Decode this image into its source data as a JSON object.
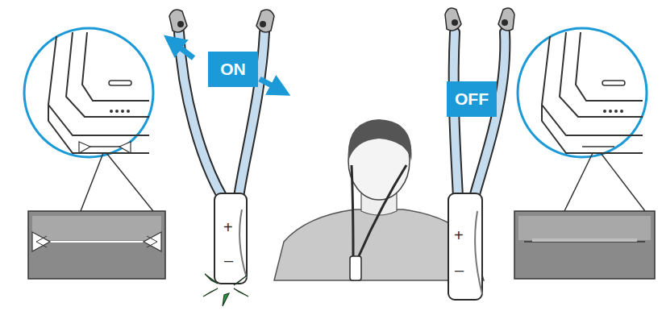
{
  "diagram": {
    "nodes": [
      {
        "text": [
          "ON"
        ]
      },
      {
        "text": [
          "OFF"
        ]
      }
    ],
    "labels": [
      "+",
      "–",
      "+",
      "–"
    ]
  }
}
